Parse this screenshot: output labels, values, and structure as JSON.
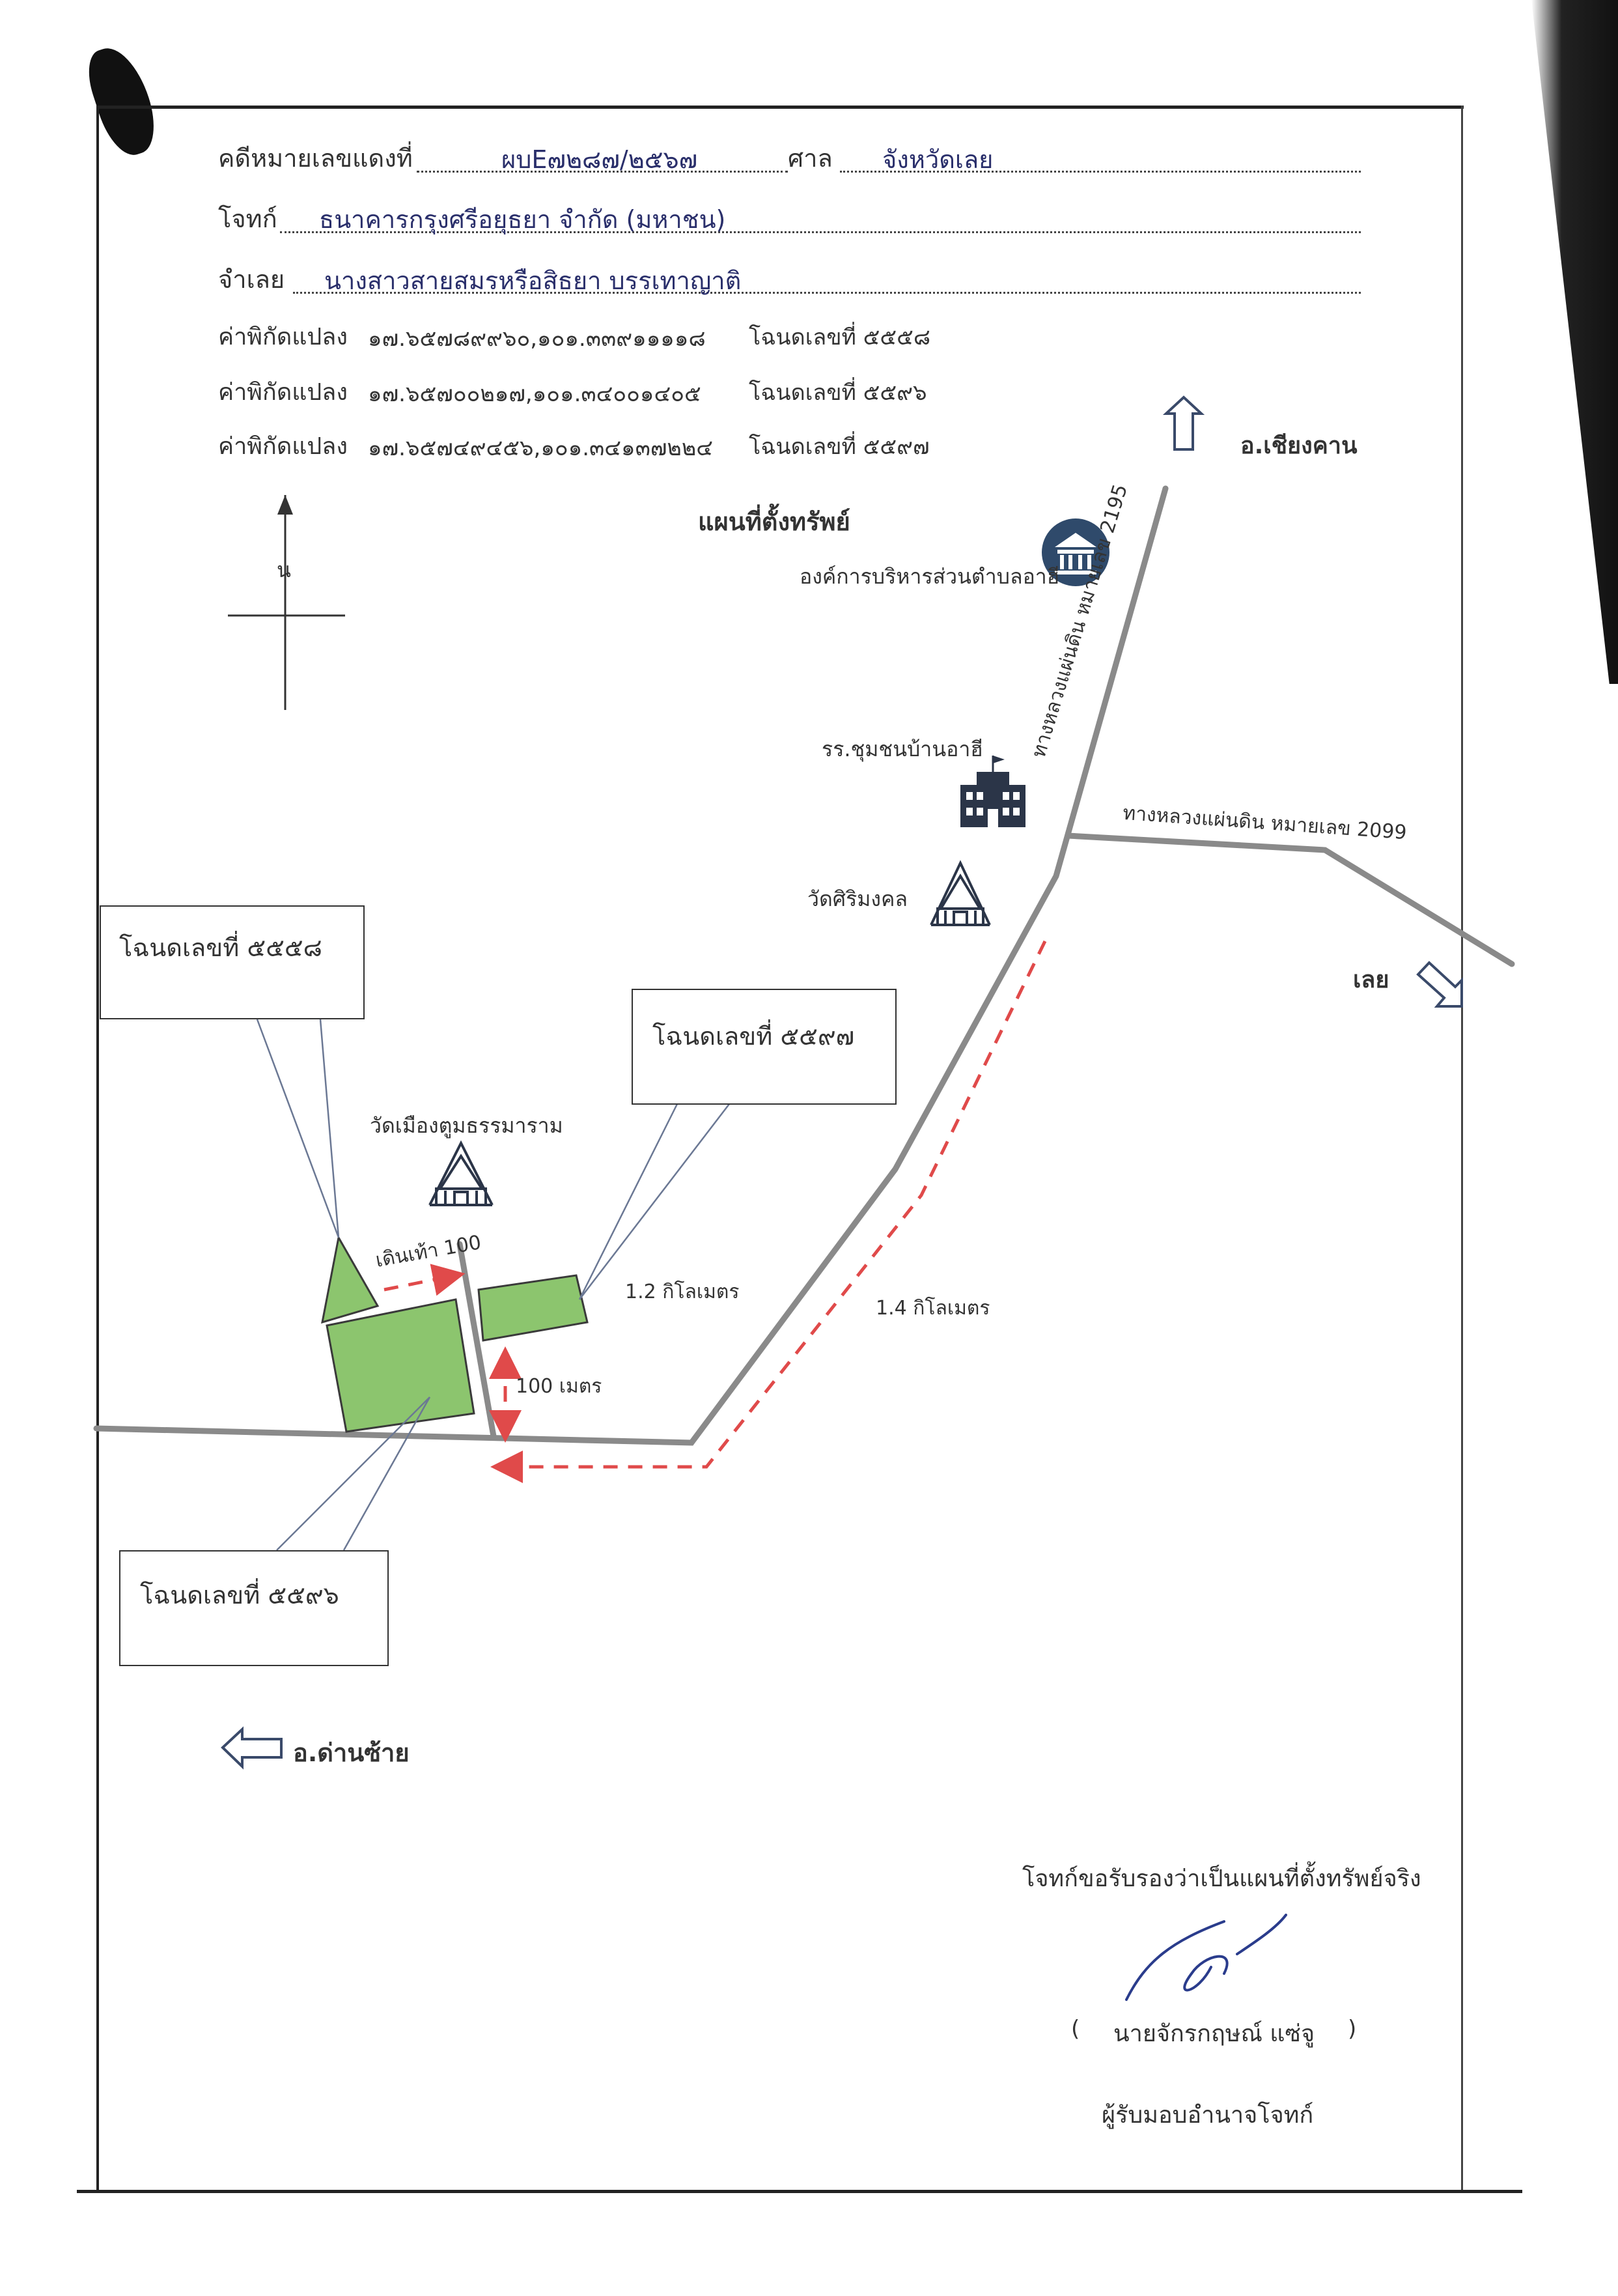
{
  "header": {
    "case_label": "คดีหมายเลขแดงที่",
    "case_number": "ผบE๗๒๘๗/๒๕๖๗",
    "court_label": "ศาล",
    "court_name": "จังหวัดเลย",
    "plaintiff_label": "โจทก์",
    "plaintiff_name": "ธนาคารกรุงศรีอยุธยา จำกัด (มหาชน)",
    "defendant_label": "จำเลย",
    "defendant_name": "นางสาวสายสมรหรือสิธยา บรรเทาญาติ"
  },
  "coordinates": [
    {
      "label": "ค่าพิกัดแปลง",
      "value": "๑๗.๖๕๗๘๙๙๖๐,๑๐๑.๓๓๙๑๑๑๑๘",
      "deed": "โฉนดเลขที่ ๕๕๕๘"
    },
    {
      "label": "ค่าพิกัดแปลง",
      "value": "๑๗.๖๕๗๐๐๒๑๗,๑๐๑.๓๔๐๐๑๔๐๕",
      "deed": "โฉนดเลขที่ ๕๕๙๖"
    },
    {
      "label": "ค่าพิกัดแปลง",
      "value": "๑๗.๖๕๗๔๙๔๕๖,๑๐๑.๓๔๑๓๗๒๒๔",
      "deed": "โฉนดเลขที่ ๕๕๙๗"
    }
  ],
  "map": {
    "title": "แผนที่ตั้งทรัพย์",
    "north_label": "น",
    "dir_chiang_khan": "อ.เชียงคาน",
    "dir_loei": "เลย",
    "dir_dan_sai": "อ.ด่านซ้าย",
    "sao_label": "องค์การบริหารส่วนตำบลอาฮี",
    "school_label": "รร.ชุมชนบ้านอาฮี",
    "temple_sirimongkol": "วัดศิริมงคล",
    "temple_muang_tum": "วัดเมืองตูมธรรมาราม",
    "highway_2195": "ทางหลวงแผ่นดิน หมายเลข 2195",
    "highway_2099": "ทางหลวงแผ่นดิน หมายเลข 2099",
    "walk_100": "เดินเท้า 100",
    "dist_100m": "100 เมตร",
    "dist_1_2km": "1.2 กิโลเมตร",
    "dist_1_4km": "1.4 กิโลเมตร",
    "deed_5558": "โฉนดเลขที่ ๕๕๕๘",
    "deed_5597": "โฉนดเลขที่ ๕๕๙๗",
    "deed_5596": "โฉนดเลขที่ ๕๕๙๖",
    "colors": {
      "parcel": "#8cc56e",
      "road": "#8a8a8a",
      "route": "#e04a4a",
      "icon": "#2f4a6b"
    }
  },
  "footer": {
    "certify": "โจทก์ขอรับรองว่าเป็นแผนที่ตั้งทรัพย์จริง",
    "paren_open": "(",
    "signer": "นายจักรกฤษณ์ แซ่จู",
    "paren_close": ")",
    "role": "ผู้รับมอบอำนาจโจทก์"
  }
}
